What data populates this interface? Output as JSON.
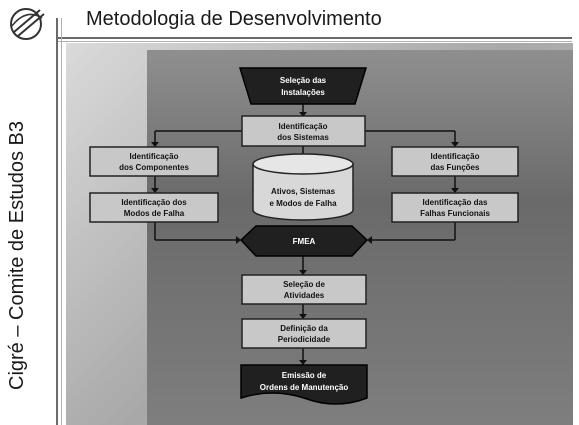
{
  "slide": {
    "title": "Metodologia de Desenvolvimento",
    "side_label": "Cigré – Comite de Estudos B3"
  },
  "colors": {
    "box_fill": "#c8c8c8",
    "box_stroke": "#222222",
    "dark_fill": "#202020",
    "bg_light": "#d0d0d0",
    "bg_dark": "#7a7a7a"
  },
  "flow": {
    "selecao_instalacoes": [
      "Seleção das",
      "Instalações"
    ],
    "identificacao_sistemas": [
      "Identificação",
      "dos Sistemas"
    ],
    "identificacao_componentes": [
      "Identificação",
      "dos Componentes"
    ],
    "identificacao_modos_falha": [
      "Identificação dos",
      "Modos de Falha"
    ],
    "identificacao_funcoes": [
      "Identificação",
      "das Funções"
    ],
    "identificacao_falhas_funcionais": [
      "Identificação das",
      "Falhas Funcionais"
    ],
    "database": [
      "Ativos, Sistemas",
      "e Modos de Falha"
    ],
    "decision": "FMEA",
    "selecao_atividades": [
      "Seleção de",
      "Atividades"
    ],
    "definicao_periodicidade": [
      "Definição da",
      "Periodicidade"
    ],
    "emissao_ordens": [
      "Emissão de",
      "Ordens de Manutenção"
    ]
  },
  "icons": {
    "logo": "cigre-logo-icon"
  }
}
